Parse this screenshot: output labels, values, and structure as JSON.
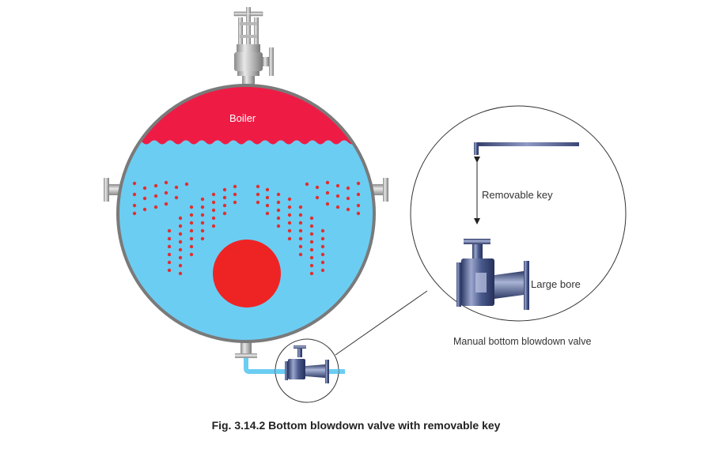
{
  "labels": {
    "boiler": "Boiler",
    "removable_key": "Removable key",
    "large_bore": "Large bore",
    "valve_caption": "Manual bottom blowdown valve",
    "figure_caption": "Fig. 3.14.2 Bottom blowdown valve with removable key"
  },
  "colors": {
    "shell_stroke": "#7a7a7a",
    "water": "#6ccdf2",
    "steam": "#ee1c45",
    "firetube": "#ee2424",
    "bubbles": "#e03030",
    "valve_metal": "#4a5a8c",
    "pipe": "#6ccdf2",
    "gray_fitting": "#a8a8a8"
  },
  "icons": {
    "top_valve": "globe-valve-icon",
    "blowdown_valve": "blowdown-valve-icon",
    "key": "removable-key-icon"
  }
}
